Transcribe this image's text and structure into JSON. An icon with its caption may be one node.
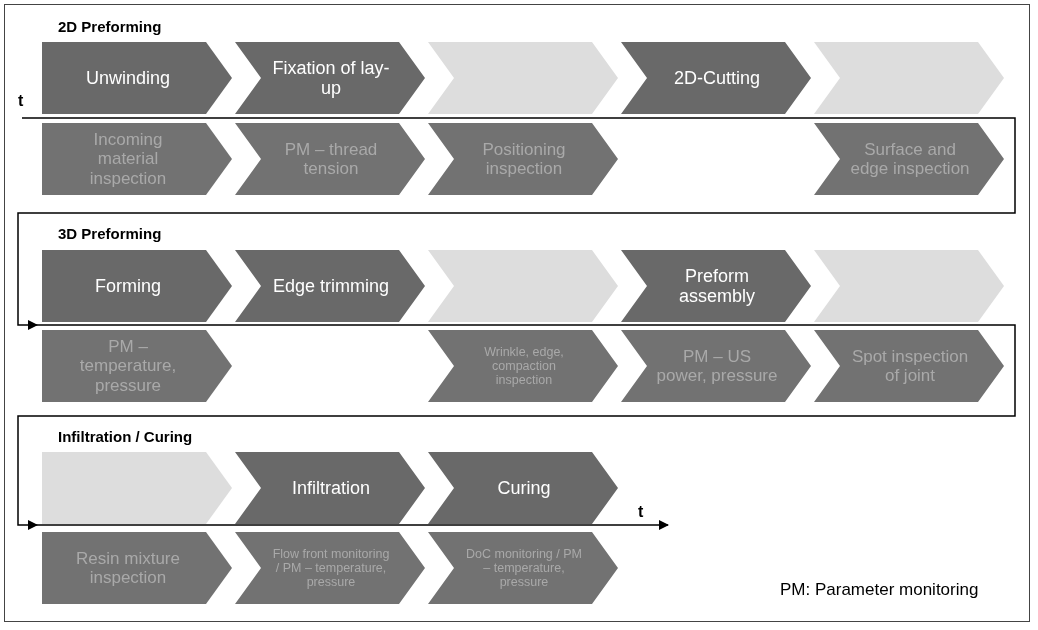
{
  "diagram": {
    "nodes": [
      {
        "text": [
          "Unwinding"
        ]
      },
      {
        "text": [
          "Fixation of lay-up"
        ]
      },
      {
        "text": [],
        "shape": "chevron"
      },
      {
        "text": [
          "2D-Cutting"
        ]
      },
      {
        "text": [],
        "shape": "chevron"
      },
      {
        "text": [
          "Incoming material inspection"
        ]
      },
      {
        "text": [
          "PM – thread tension"
        ]
      },
      {
        "text": [
          "Positioning inspection"
        ]
      },
      {
        "text": [
          "Surface and edge inspection"
        ]
      },
      {
        "text": [
          "Forming"
        ]
      },
      {
        "text": [
          "Edge trimming"
        ]
      },
      {
        "text": [],
        "shape": "chevron"
      },
      {
        "text": [
          "Preform assembly"
        ]
      },
      {
        "text": [],
        "shape": "chevron"
      },
      {
        "text": [
          "PM – temperature, pressure"
        ]
      },
      {
        "text": [
          "Wrinkle, edge, compaction inspection"
        ]
      },
      {
        "text": [
          "PM – US power, pressure"
        ]
      },
      {
        "text": [
          "Spot inspection of joint"
        ]
      },
      {
        "text": [],
        "shape": "chevron"
      },
      {
        "text": [
          "Infiltration"
        ]
      },
      {
        "text": [
          "Curing"
        ]
      },
      {
        "text": [
          "Resin mixture inspection"
        ]
      },
      {
        "text": [
          "Flow front monitoring / PM – temperature, pressure"
        ]
      },
      {
        "text": [
          "DoC monitoring / PM – temperature, pressure"
        ]
      }
    ],
    "labels": [
      "2D Preforming",
      "t",
      "3D Preforming",
      "Infiltration / Curing",
      "t",
      "PM: Parameter monitoring"
    ]
  }
}
